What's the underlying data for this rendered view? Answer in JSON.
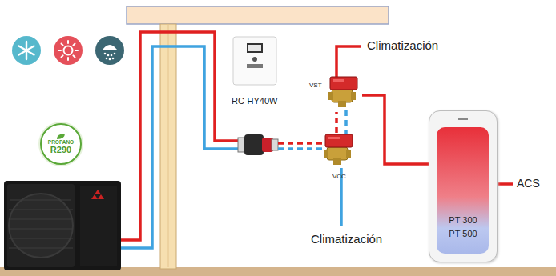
{
  "diagram": {
    "nodes": [
      {
        "text": [
          "PROPANO",
          "R290"
        ]
      },
      {
        "text": [
          "RC-HY40W"
        ]
      },
      {
        "text": [
          "VST"
        ]
      },
      {
        "text": [
          "VCC"
        ]
      },
      {
        "text": [
          "PT 300",
          "PT 500"
        ]
      }
    ],
    "edges": [
      {
        "from": 2,
        "to": 4,
        "arrow": "none"
      },
      {
        "from": 3,
        "to": 2,
        "arrow": "none"
      }
    ],
    "labels": [
      "Climatización",
      "Climatización",
      "ACS"
    ]
  }
}
